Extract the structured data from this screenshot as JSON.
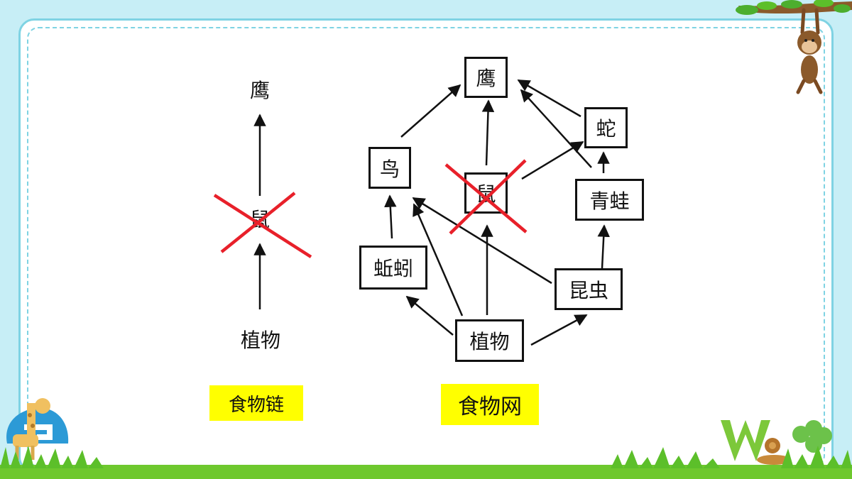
{
  "food_chain": {
    "top": "鹰",
    "middle": "鼠",
    "bottom": "植物",
    "caption": "食物链"
  },
  "food_web": {
    "nodes": {
      "eagle": "鹰",
      "bird": "鸟",
      "mouse": "鼠",
      "snake": "蛇",
      "frog": "青蛙",
      "earthworm": "蚯蚓",
      "insect": "昆虫",
      "plant": "植物"
    },
    "caption": "食物网"
  },
  "colors": {
    "background": "#c7eef6",
    "cross": "#e8202a",
    "caption_bg": "#ffff00",
    "grass": "#5cbf2a"
  }
}
